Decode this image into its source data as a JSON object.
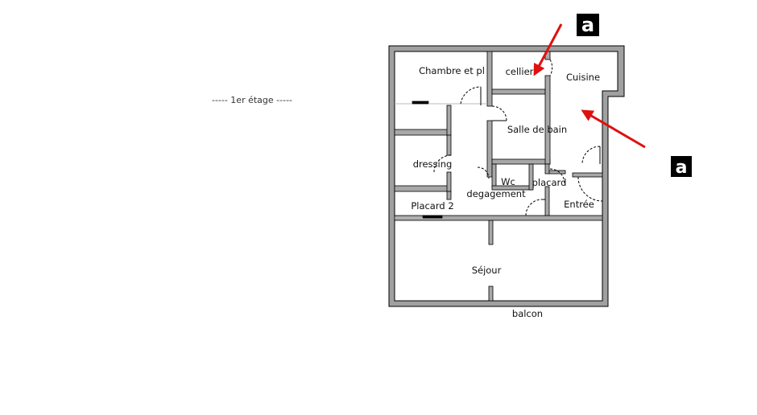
{
  "floor_label": "----- 1er étage -----",
  "rooms": {
    "chambre": "Chambre et pl",
    "cellier": "cellier",
    "cuisine": "Cuisine",
    "salle_de_bain": "Salle de bain",
    "dressing": "dressing",
    "wc": "Wc",
    "placard": "placard",
    "degagement": "degagement",
    "entree": "Entrée",
    "placard2": "Placard 2",
    "sejour": "Séjour",
    "balcon": "balcon"
  },
  "markers": {
    "top": "a",
    "right": "a"
  },
  "colors": {
    "wall": "#9a9a9a",
    "outline": "#000000",
    "arrow": "#e01010"
  }
}
